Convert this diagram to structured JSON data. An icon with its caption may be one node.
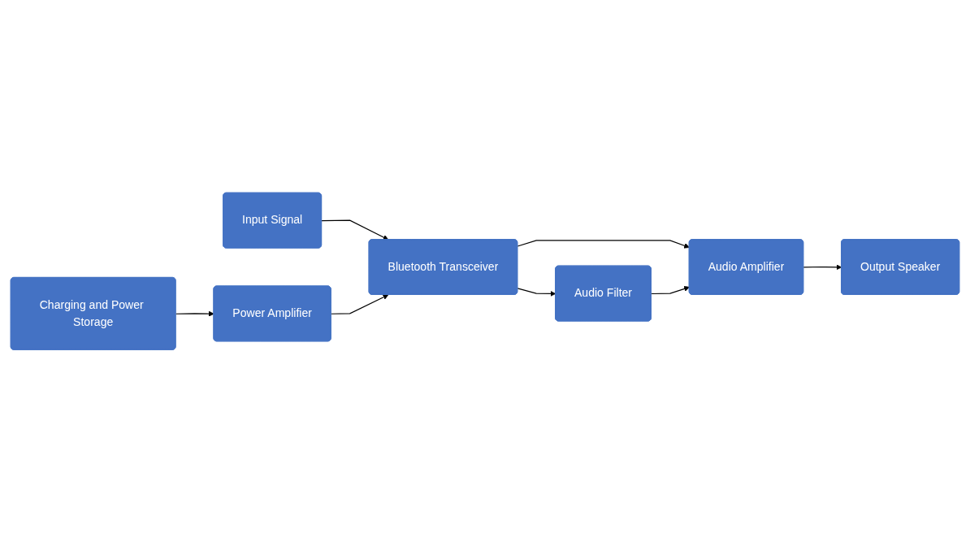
{
  "diagram": {
    "nodes": [
      {
        "text": [
          "Input Signal"
        ]
      },
      {
        "text": [
          "Charging and Power Storage"
        ]
      },
      {
        "text": [
          "Power Amplifier"
        ]
      },
      {
        "text": [
          "Bluetooth Transceiver"
        ]
      },
      {
        "text": [
          "Audio Amplifier"
        ]
      },
      {
        "text": [
          "Output Speaker"
        ]
      },
      {
        "text": [
          "Audio Filter"
        ]
      }
    ],
    "edges": [
      {
        "from": 0,
        "to": 3,
        "arrow": "to"
      },
      {
        "from": 1,
        "to": 2,
        "arrow": "to"
      },
      {
        "from": 2,
        "to": 3,
        "arrow": "to"
      },
      {
        "from": 3,
        "to": 4,
        "arrow": "to"
      },
      {
        "from": 4,
        "to": 5,
        "arrow": "to"
      },
      {
        "from": 3,
        "to": 6,
        "arrow": "to"
      },
      {
        "from": 6,
        "to": 4,
        "arrow": "to"
      }
    ]
  }
}
